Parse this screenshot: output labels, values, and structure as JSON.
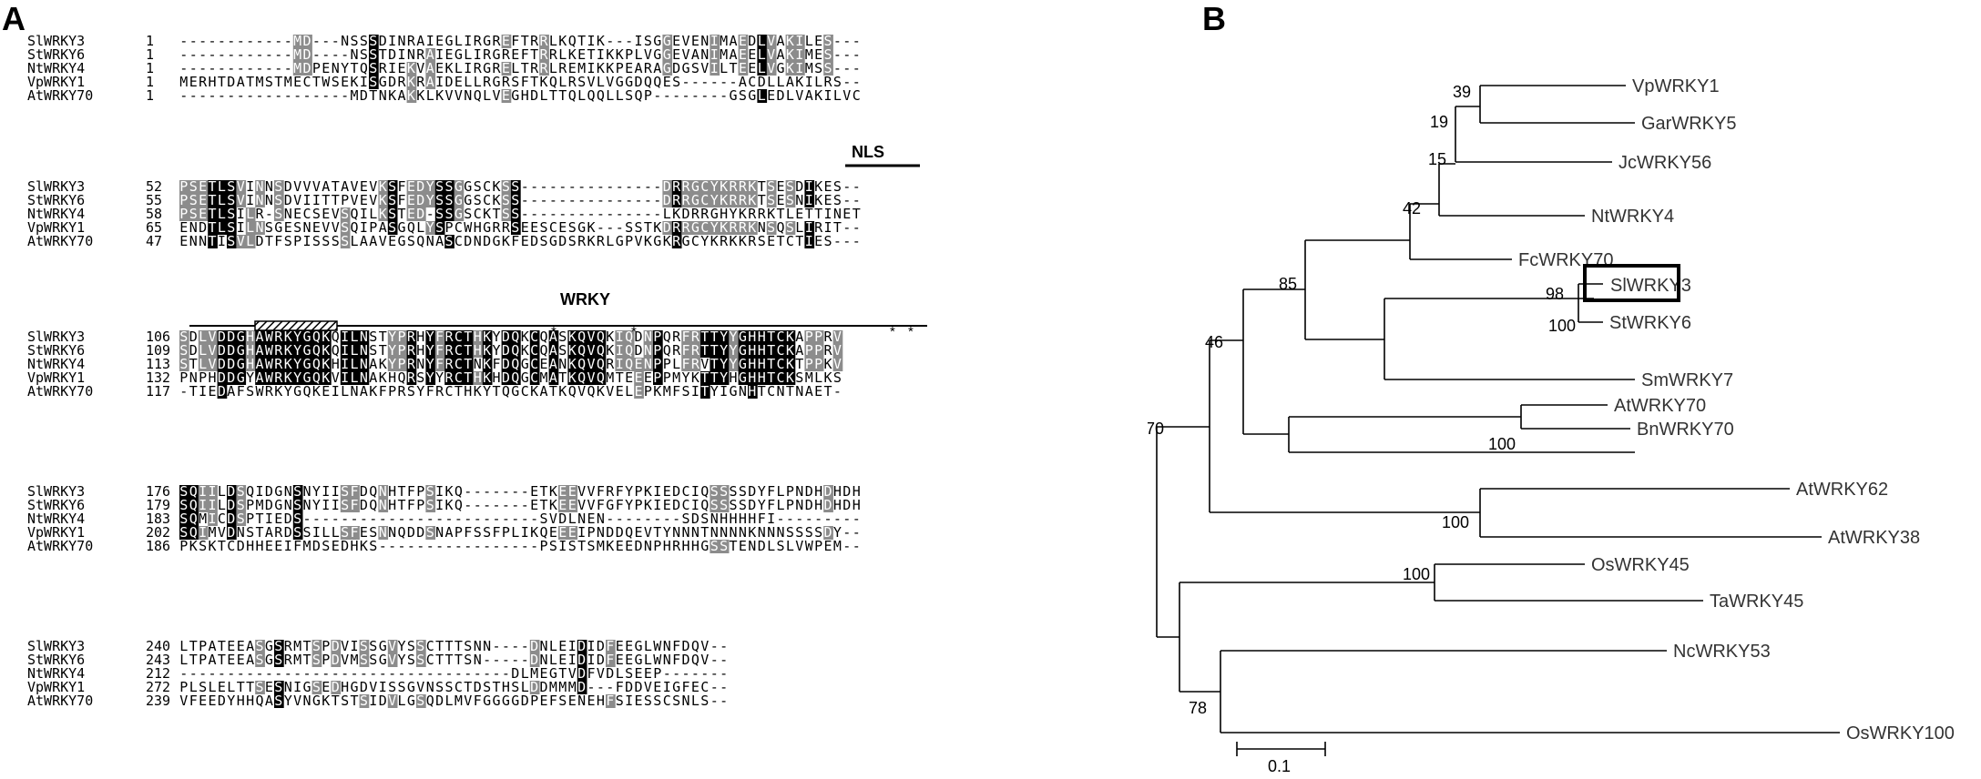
{
  "panels": {
    "a": "A",
    "b": "B"
  },
  "alignment": {
    "blocks": [
      {
        "rows": [
          {
            "name": "SlWRKY3",
            "start": "1",
            "seq": "------------MD---NSSSDINRAIEGLIRGREFTRRLKQTIK---ISGGEVENIMAEDLVAKILES"
          },
          {
            "name": "StWRKY6",
            "start": "1",
            "seq": "------------MD----NSSTDINRAIEGLIRGREFTRRLKETIKKPLVGGEVANIMAEELVAKIMES"
          },
          {
            "name": "NtWRKY4",
            "start": "1",
            "seq": "------------MDPENYTQSRIEKVAEKLIRGRELTRRLREMIKKPEARAGDGSVILTEELVGKIMSS"
          },
          {
            "name": "VpWRKY1",
            "start": "1",
            "seq": "MERHTDATMSTMECTWSEKISGDRKRAIDELLRGRSFTKQLRSVLVGGDQQES------ACDLLAKILRS"
          },
          {
            "name": "AtWRKY70",
            "start": "1",
            "seq": "------------------MDTNKAKKLKVVNQLVEGHDLTTQLQQLLSQP--------GSGLEDLVAKILVC"
          }
        ]
      },
      {
        "annotation": "NLS",
        "rows": [
          {
            "name": "SlWRKY3",
            "start": "52",
            "seq": "PSETLSVINNSDVVVATAVEVKSFEDYSSGGSCKSS---------------DRRGCYKRRKTSESDIKES"
          },
          {
            "name": "StWRKY6",
            "start": "55",
            "seq": "PSETLSVINNSDVIITTPVEVKSFEDYSSGGSCKSS---------------DRRGCYKRRKTSESNIKES"
          },
          {
            "name": "NtWRKY4",
            "start": "58",
            "seq": "PSETLSILR-SNECSEVSQILKSTED-SSGSCKTSS---------------LKDRRGHYKRRKTLETTINET"
          },
          {
            "name": "VpWRKY1",
            "start": "65",
            "seq": "ENDTLSILNSGESNEVVSQIPASGQLYSPCWHGRRSEESCESGK---SSTKDRRGCYKRRKNSQSLIRIT"
          },
          {
            "name": "AtWRKY70",
            "start": "47",
            "seq": "ENNTISVLDTFSPISSSSLAAVEGSQNASCDNDGKFEDSGDSRKRLGPVKGKRGCYKRKKRSETCTIES"
          }
        ]
      },
      {
        "annotation": "WRKY",
        "rows": [
          {
            "name": "SlWRKY3",
            "start": "106",
            "seq": "SDLVDDGHAWRKYGQKQILNSTYPRHYFRCTHKYDQKCQASKQVQKIQDNPQRFRTTYYGHHTCKAPPRV"
          },
          {
            "name": "StWRKY6",
            "start": "109",
            "seq": "SDLVDDGHAWRKYGQKQILNSTYPRHYFRCTHKYDQKCQASKQVQKIQDNPQRFRTTYYGHHTCKAPPRV"
          },
          {
            "name": "NtWRKY4",
            "start": "113",
            "seq": "STLVDDGHAWRKYGQKHILNAKYPRNYFRCTNKFDQGCEANKQVQRIQENPPLFRVTYYGHHTCKTPPKV"
          },
          {
            "name": "VpWRKY1",
            "start": "132",
            "seq": "PNPHDDGYAWRKYGQKVILNAKHQRSYYRCTHKHDQGCMATKQVQMTEEEPPMYKTTYHGHHTCKSMLKS"
          },
          {
            "name": "AtWRKY70",
            "start": "117",
            "seq": "-TIEDAFSWRKYGQKEILNAKFPRSYFRCTHKYTQGCKATKQVQKVELEPKMFSITYIGNHTCNTNAET"
          }
        ]
      },
      {
        "rows": [
          {
            "name": "SlWRKY3",
            "start": "176",
            "seq": "SQIILDSQIDGNSNYIISFDQNHTFPSIKQ-------ETKEEVVFRFYPKIEDCIQSSSSDYFLPNDHDHDH"
          },
          {
            "name": "StWRKY6",
            "start": "179",
            "seq": "SQIILDSPMDGNSNYIISFDQNHTFPSIKQ-------ETKEEVVFGFYPKIEDCIQSSSSDYFLPNDHDHDH"
          },
          {
            "name": "NtWRKY4",
            "start": "183",
            "seq": "SQMICDSPTIEDS-------------------------SVDLNEN--------SDSNHHHHFI-------"
          },
          {
            "name": "VpWRKY1",
            "start": "202",
            "seq": "SQIMVDNSTARDSSILLSFESNNQDDSNAPFSSFPLIKQEEEIPNDDQEVTYNNNTNNNNKNNNSSSSDY"
          },
          {
            "name": "AtWRKY70",
            "start": "186",
            "seq": "PKSKTCDHHEEIFMDSEDHKS-----------------PSISTSMKEEDNPHRHHGSSTENDLSLVWPEM"
          }
        ]
      },
      {
        "rows": [
          {
            "name": "SlWRKY3",
            "start": "240",
            "seq": "LTPATEEASGSRMTSPDVISSGVYSSCTTTSNN----DNLEIDIDFEEGLWNFDQV-"
          },
          {
            "name": "StWRKY6",
            "start": "243",
            "seq": "LTPATEEASGSRMTSPDVMSSGVYSSCTTTSN-----DNLEIDIDFEEGLWNFDQV-"
          },
          {
            "name": "NtWRKY4",
            "start": "212",
            "seq": "-----------------------------------DLMEGTVDFVDLSEEP----"
          },
          {
            "name": "VpWRKY1",
            "start": "272",
            "seq": "PLSLELTTSESNIGSEDHGDVISSGVNSSCTDSTHSLDDMMMD---FDDVEIGFEC--"
          },
          {
            "name": "AtWRKY70",
            "start": "239",
            "seq": "VFEEDYHHQASYVNGKTSTSIDVLGSQDLMVFGGGGDPEFSENEHFSIESSCSNLS"
          }
        ]
      }
    ]
  },
  "tree": {
    "leaves": [
      "VpWRKY1",
      "GarWRKY5",
      "JcWRKY56",
      "FcWRKY70",
      "NtWRKY4",
      "SlWRKY3",
      "StWRKY6",
      "SmWRKY7",
      "AtWRKY70",
      "BnWRKY70",
      "AtWRKY62",
      "AtWRKY38",
      "OsWRKY45",
      "TaWRKY45",
      "NcWRKY53",
      "OsWRKY100"
    ],
    "highlight": "SlWRKY3",
    "bootstrap": [
      "39",
      "19",
      "15",
      "42",
      "98",
      "100",
      "85",
      "46",
      "100",
      "70",
      "100",
      "100",
      "78"
    ],
    "scale_label": "0.1"
  },
  "colors": {
    "conserved": "#000000",
    "similar": "#8c8c8c",
    "text": "#000000"
  }
}
